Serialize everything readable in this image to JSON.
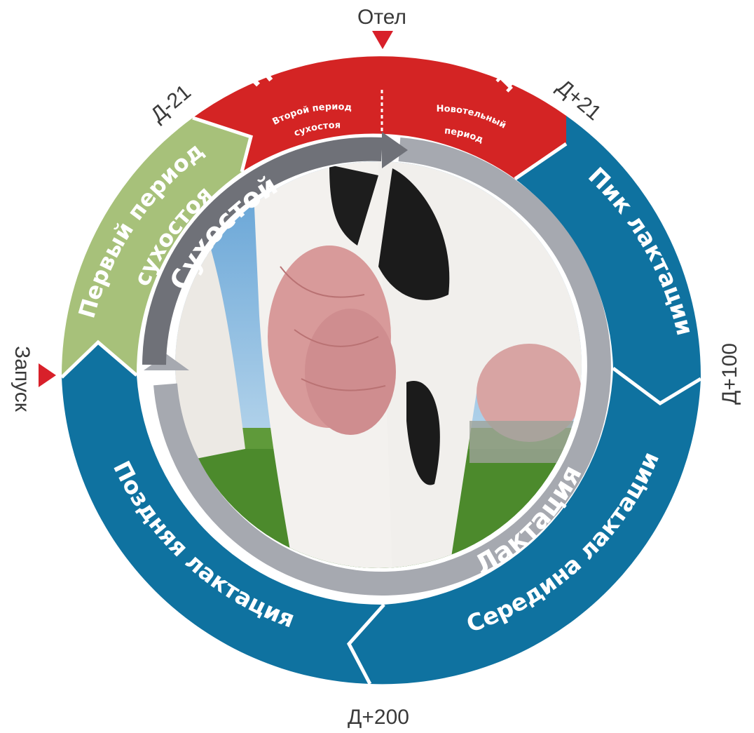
{
  "markers": {
    "calving": "Отел",
    "dry_off": "Запуск",
    "d_minus_21": "Д-21",
    "d_plus_21": "Д+21",
    "d_plus_100": "Д+100",
    "d_plus_200": "Д+200"
  },
  "segments": {
    "transit": {
      "title": "Транзитный период",
      "left_line1": "Второй период",
      "left_line2": "сухостоя",
      "right_line1": "Новотельный",
      "right_line2": "период"
    },
    "first_dry_line1": "Первый период",
    "first_dry_line2": "сухостоя",
    "peak_lactation": "Пик лактации",
    "mid_lactation": "Середина лактации",
    "late_lactation": "Поздняя лактация"
  },
  "arrows": {
    "dry": "Сухостой",
    "lactation": "Лактация"
  },
  "colors": {
    "red": "#d42424",
    "green": "#a7c17a",
    "blue": "#0f72a0",
    "dry_arrow": "#6f7178",
    "lactation_arrow": "#a6a9b0",
    "marker_triangle": "#d8202a"
  }
}
